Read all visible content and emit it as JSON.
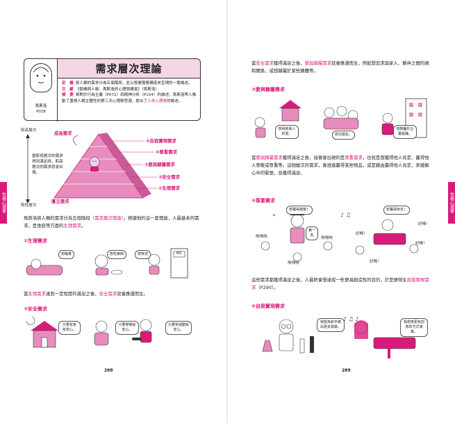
{
  "tabs": {
    "left": "性格心理學",
    "right": "性格心理學"
  },
  "header": {
    "title": "需求層次理論",
    "avatar_name": "馬斯洛",
    "avatar_ref": "P028",
    "definition": [
      {
        "key": "定　義",
        "text": "將人類的需求分為五個階段，並以發展階層構造來呈現的一套論述。"
      },
      {
        "key": "文　獻",
        "text": "《動機與人格：馬斯洛的心理學講堂》（馬斯洛）"
      },
      {
        "key": "摘　要",
        "text": "相對於行為主義（P072）和精神分析（P104）的論述，馬斯洛等人推動了重視人類主體性的第三次心理學思潮，提出了"
      }
    ],
    "humanistic": "人本心理學",
    "humanistic_tail": "的論述。"
  },
  "pyramid": {
    "top_label": "較高層次",
    "bottom_label": "較低層次",
    "growth": "成長需求",
    "deficiency": "匱乏需求",
    "side_note": "當較低層次的需求得到滿足時，較高層次的需求就會出現。",
    "levels": [
      "⑤自我實現需求",
      "④尊重需求",
      "③愛與隸屬需求",
      "②安全需求",
      "①生理需求"
    ]
  },
  "left_page": {
    "intro_a": "馬斯洛將人類的需求分為五個階段",
    "intro_b": "（需求層次理論）",
    "intro_c": "。根據他的這一套理論，人最基本的需求，是食慾等方面的",
    "intro_d": "生理需求",
    "intro_e": "。",
    "sec1": "①生理需求",
    "sec1_bubbles": [
      "想睡覺",
      "想吃東西",
      "想排泄"
    ],
    "sec1_sign": "WC",
    "mid_a": "當",
    "mid_b": "生理需求",
    "mid_c": "達到一定程度的滿足之後，",
    "mid_d": "安全需求",
    "mid_e": "就會應運而生。",
    "sec2": "②安全需求",
    "sec2_bubbles": [
      "只要有家就安心。",
      "只要穿暖就安心。",
      "只要常運動就安心。"
    ],
    "page_number": "288"
  },
  "right_page": {
    "p1_a": "當",
    "p1_b": "安全需求",
    "p1_c": "獲得滿足之後，",
    "p1_d": "愛與隸屬需求",
    "p1_e": "就會應運而生，例如想追求與家人、夥伴之間的親和關係，或想隸屬於某些團體等。",
    "sec3": "③愛與隸屬需求",
    "sec3_bubbles": [
      "想得到家人的愛。",
      "想交朋友。",
      "想隸屬於企業組織。"
    ],
    "p2_a": "當",
    "p2_b": "愛與隸屬需求",
    "p2_c": "獲得滿足之後，接著會出現的是",
    "p2_d": "尊重需求",
    "p2_e": "，也就是想獲得他人肯定、贏得他人尊敬或尊重等。這個層次的需求，會透過贏得某些物品，或是藉由贏得他人肯定，來緩解心中的緊張，並獲得滿足。",
    "sec4": "④尊重需求",
    "sec4_bubbles": [
      "想獲得尊敬！",
      "想獲得肯定！",
      "好棒！",
      "好棒！",
      "好棒！",
      "好棒！"
    ],
    "sec4_cheers": [
      "啪啪啪",
      "啪啪啪",
      "啪啪啪"
    ],
    "sec4_card": "第一名",
    "p3_a": "這些需求都獲得滿足之後，人最終會想達成一些更具創造性的目的，於是便萌生",
    "p3_b": "自我實現需求",
    "p3_c": "（P290）。",
    "sec5": "⑤自我實現需求",
    "sec5_bubbles": [
      "我想為和平做出更多貢獻。",
      "我想用更有創意的方式演奏。"
    ],
    "page_number": "289"
  },
  "colors": {
    "accent": "#d81b7a",
    "accent_light": "#f3c2dc",
    "pyramid": "#e88bbd"
  }
}
